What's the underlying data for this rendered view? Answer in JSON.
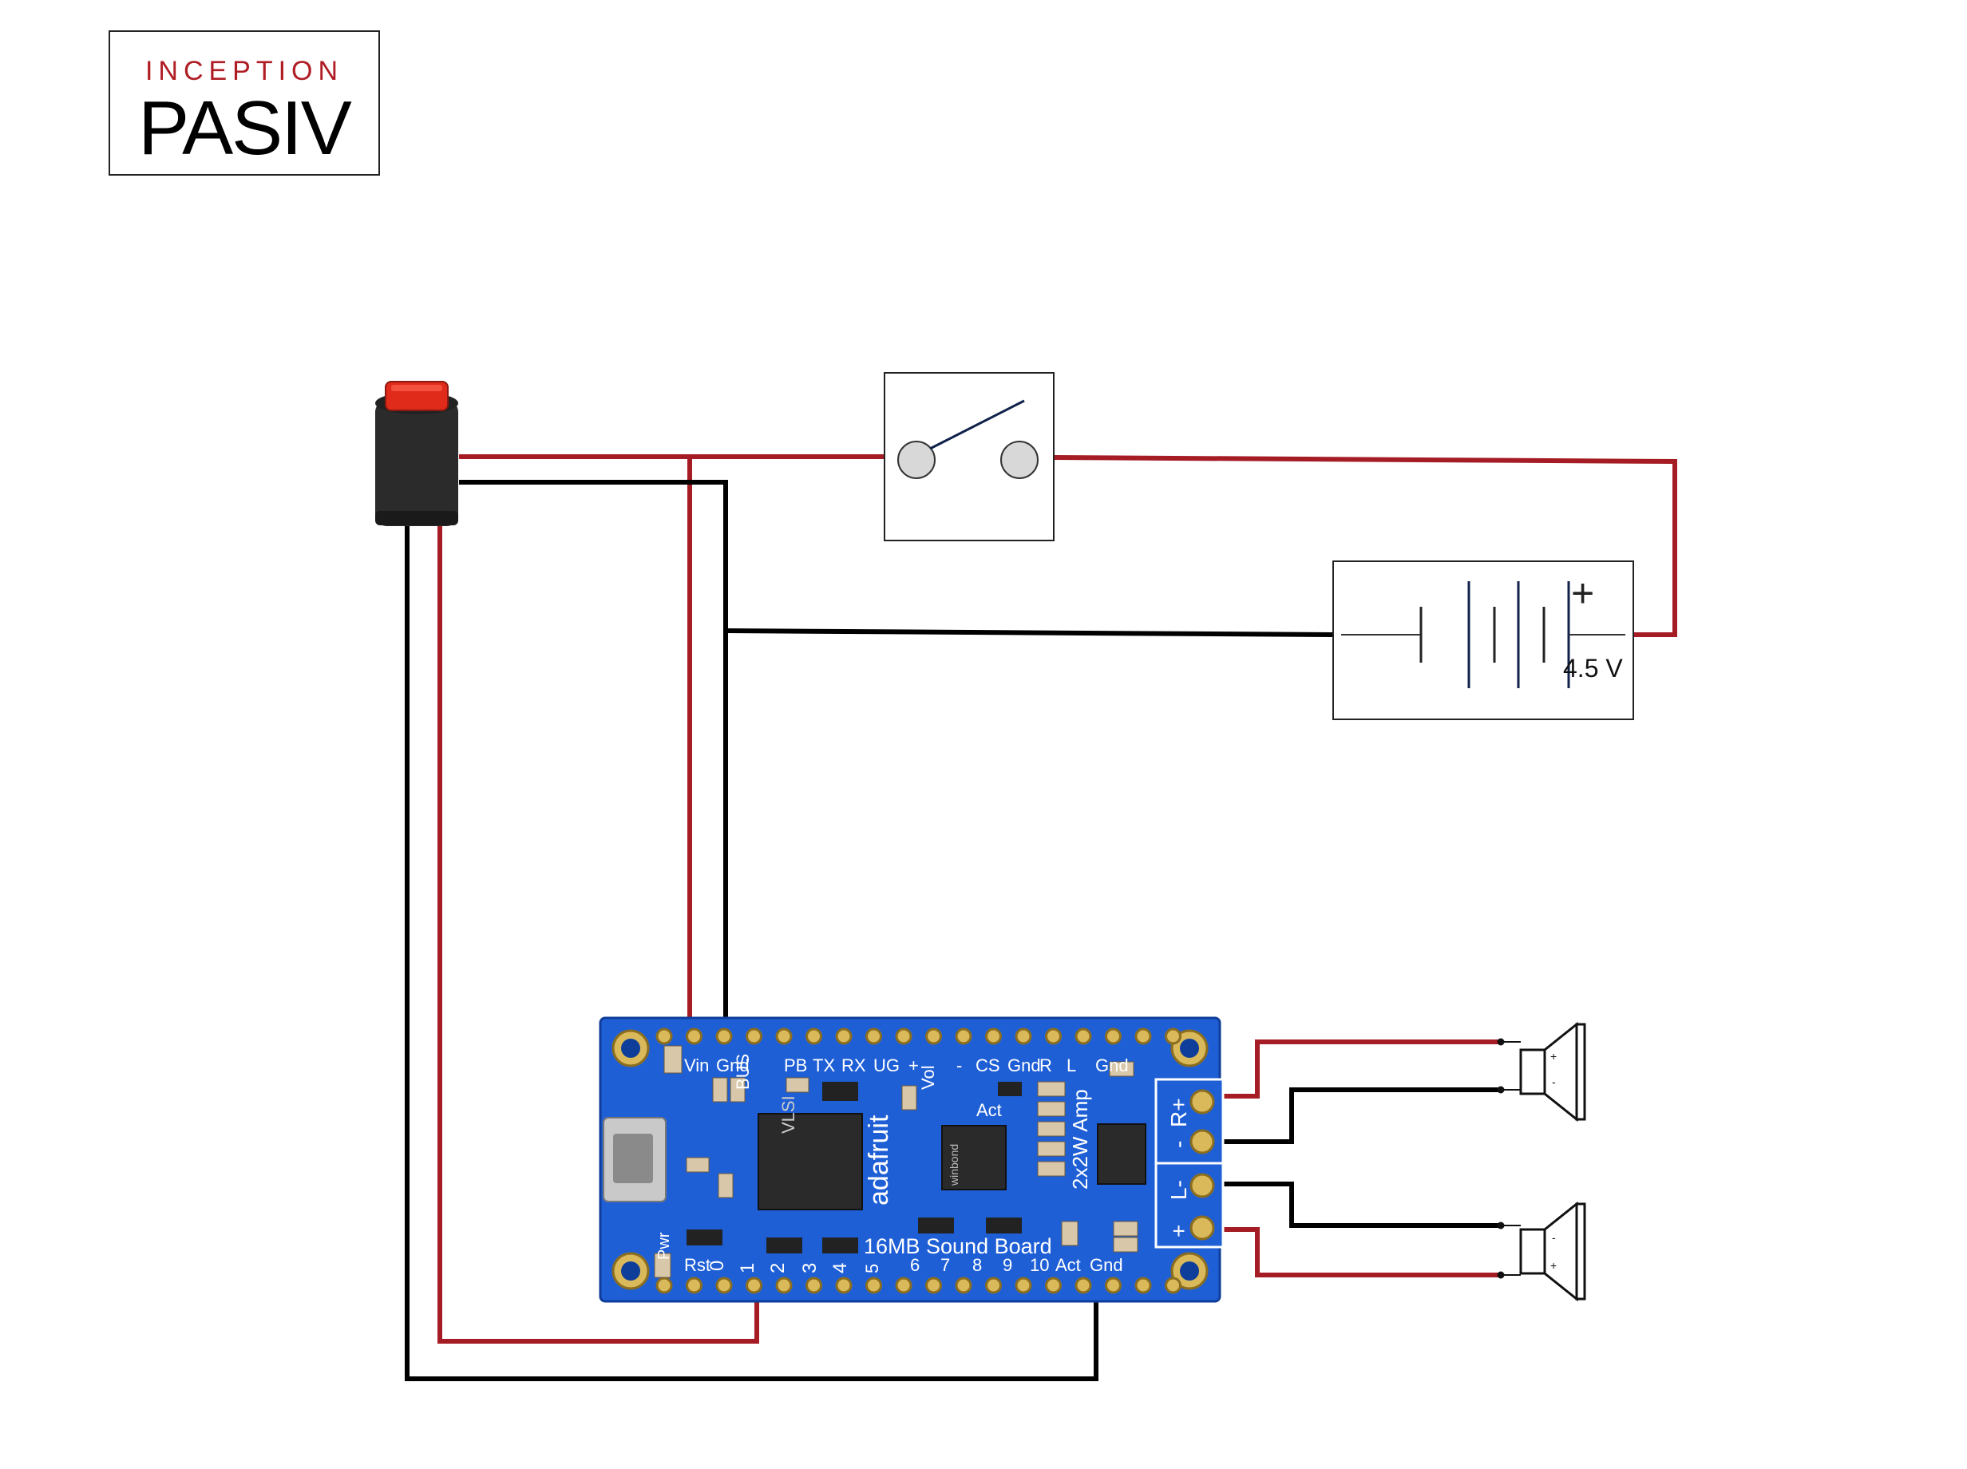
{
  "logo": {
    "subtitle": "INCEPTION",
    "title": "PASIV"
  },
  "battery": {
    "voltage": "4.5 V",
    "plus": "+"
  },
  "board": {
    "top_pins": [
      "Vin",
      "Gnd",
      "BUS",
      "PB",
      "TX",
      "RX",
      "UG",
      "+",
      "Vol",
      "-",
      "CS",
      "Gnd",
      "R",
      "L",
      "Gnd"
    ],
    "bottom_pins": [
      "Rst",
      "0",
      "1",
      "2",
      "3",
      "4",
      "5",
      "6",
      "7",
      "8",
      "9",
      "10",
      "Act",
      "Gnd"
    ],
    "title": "16MB Sound Board",
    "brand": "adafruit",
    "amp": "2x2W Amp",
    "act": "Act",
    "pwr": "Pwr",
    "chip_vlsi": "VLSI",
    "chip_flash": "winbond",
    "right_r_plus": "R+",
    "right_minus_1": "-",
    "right_l_minus": "L-",
    "right_plus": "+"
  },
  "speakers": {
    "plus": "+",
    "minus": "-"
  },
  "colors": {
    "wire_red": "#a51c24",
    "wire_black": "#000000",
    "pcb_blue": "#1f5fd6",
    "button_red": "#e02a1a"
  }
}
